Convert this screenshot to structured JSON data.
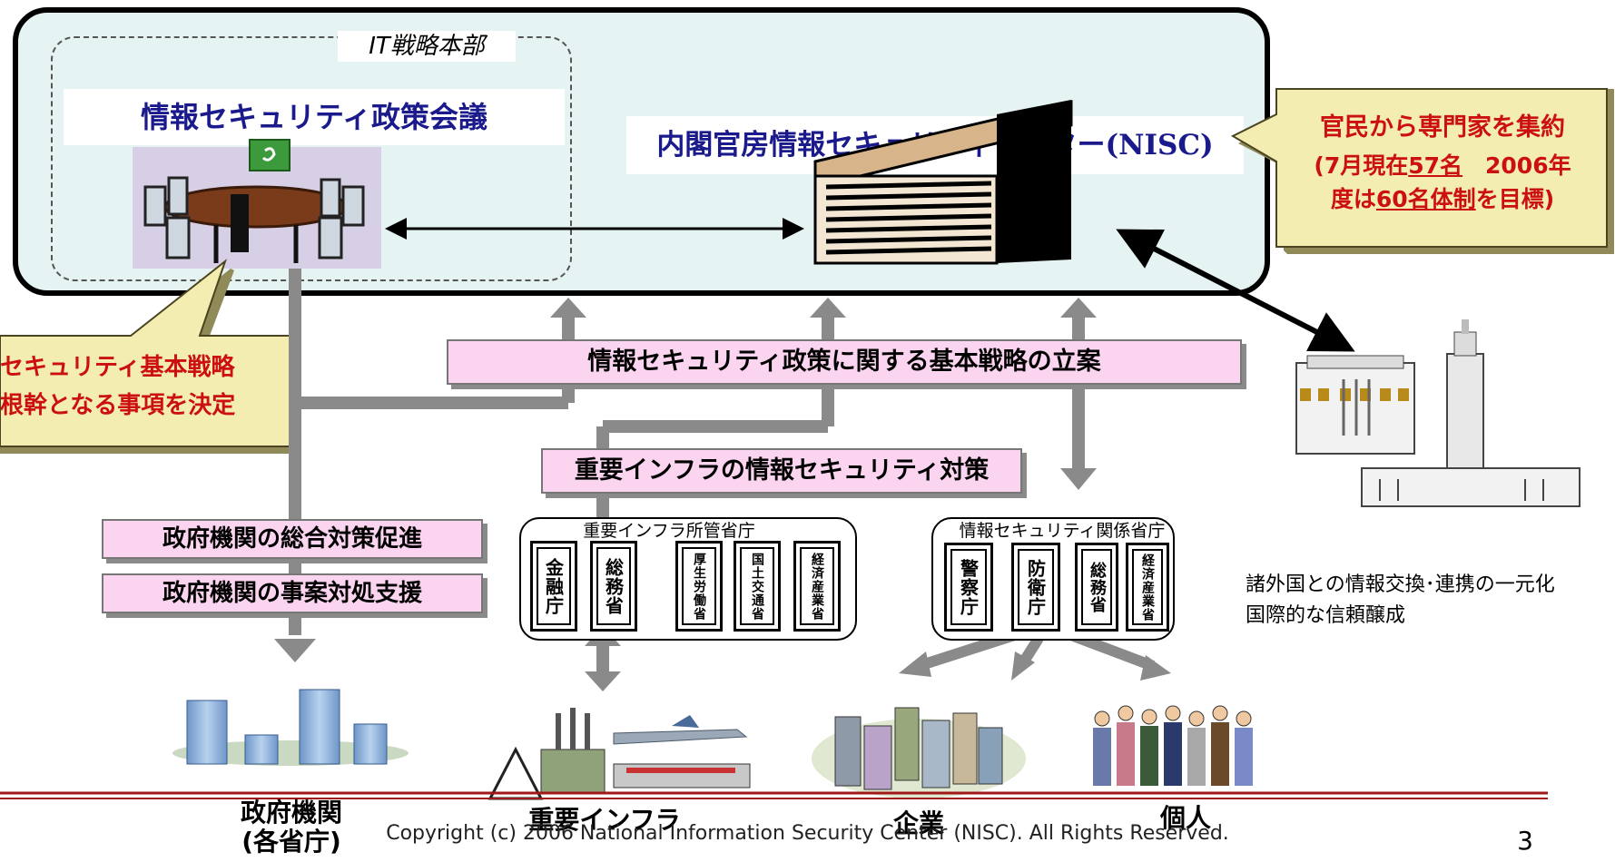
{
  "headquarters": {
    "it_strategy_label": "IT戦略本部",
    "council_title": "情報セキュリティ政策会議",
    "nisc_title": "内閣官房情報セキュリティセンター",
    "nisc_abbrev": "(NISC)"
  },
  "callouts": {
    "experts_line1": "官民から専門家を集約",
    "experts_line2_a": "(7月現在",
    "experts_line2_b": "57名",
    "experts_line2_c": "　2006年",
    "experts_line3_a": "度は",
    "experts_line3_b": "60名体制",
    "experts_line3_c": "を目標)",
    "council_line1": "セキュリティ基本戦略",
    "council_line2": "根幹となる事項を決定"
  },
  "roles": {
    "basic_strategy": "情報セキュリティ政策に関する基本戦略の立案",
    "infra_measures": "重要インフラの情報セキュリティ対策",
    "gov_promotion": "政府機関の総合対策促進",
    "gov_incident": "政府機関の事案対処支援"
  },
  "infra_ministries": {
    "label": "重要インフラ所管省庁",
    "items": [
      "金融庁",
      "総務省",
      "厚生労働省",
      "国土交通省",
      "経済産業省"
    ]
  },
  "security_ministries": {
    "label": "情報セキュリティ関係省庁",
    "items": [
      "警察庁",
      "防衛庁",
      "総務省",
      "経済産業省"
    ]
  },
  "international": {
    "line1": "諸外国との情報交換･連携の一元化",
    "line2": "国際的な信頼醸成"
  },
  "targets": {
    "gov_line1": "政府機関",
    "gov_line2": "(各省庁)",
    "infra": "重要インフラ",
    "enterprise": "企業",
    "individual": "個人"
  },
  "footer": {
    "copyright": "Copyright (c) 2006 National Information Security Center (NISC). All Rights Reserved.",
    "page_number": "3"
  },
  "colors": {
    "panel_fill": "#e6f3f3",
    "title_blue": "#1a1a8c",
    "callout_red": "#cc1010",
    "callout_fill": "#f3edb2",
    "role_pink": "#fbd4f0",
    "arrow_gray": "#7f7f7f",
    "footer_rule": "#a01818"
  }
}
